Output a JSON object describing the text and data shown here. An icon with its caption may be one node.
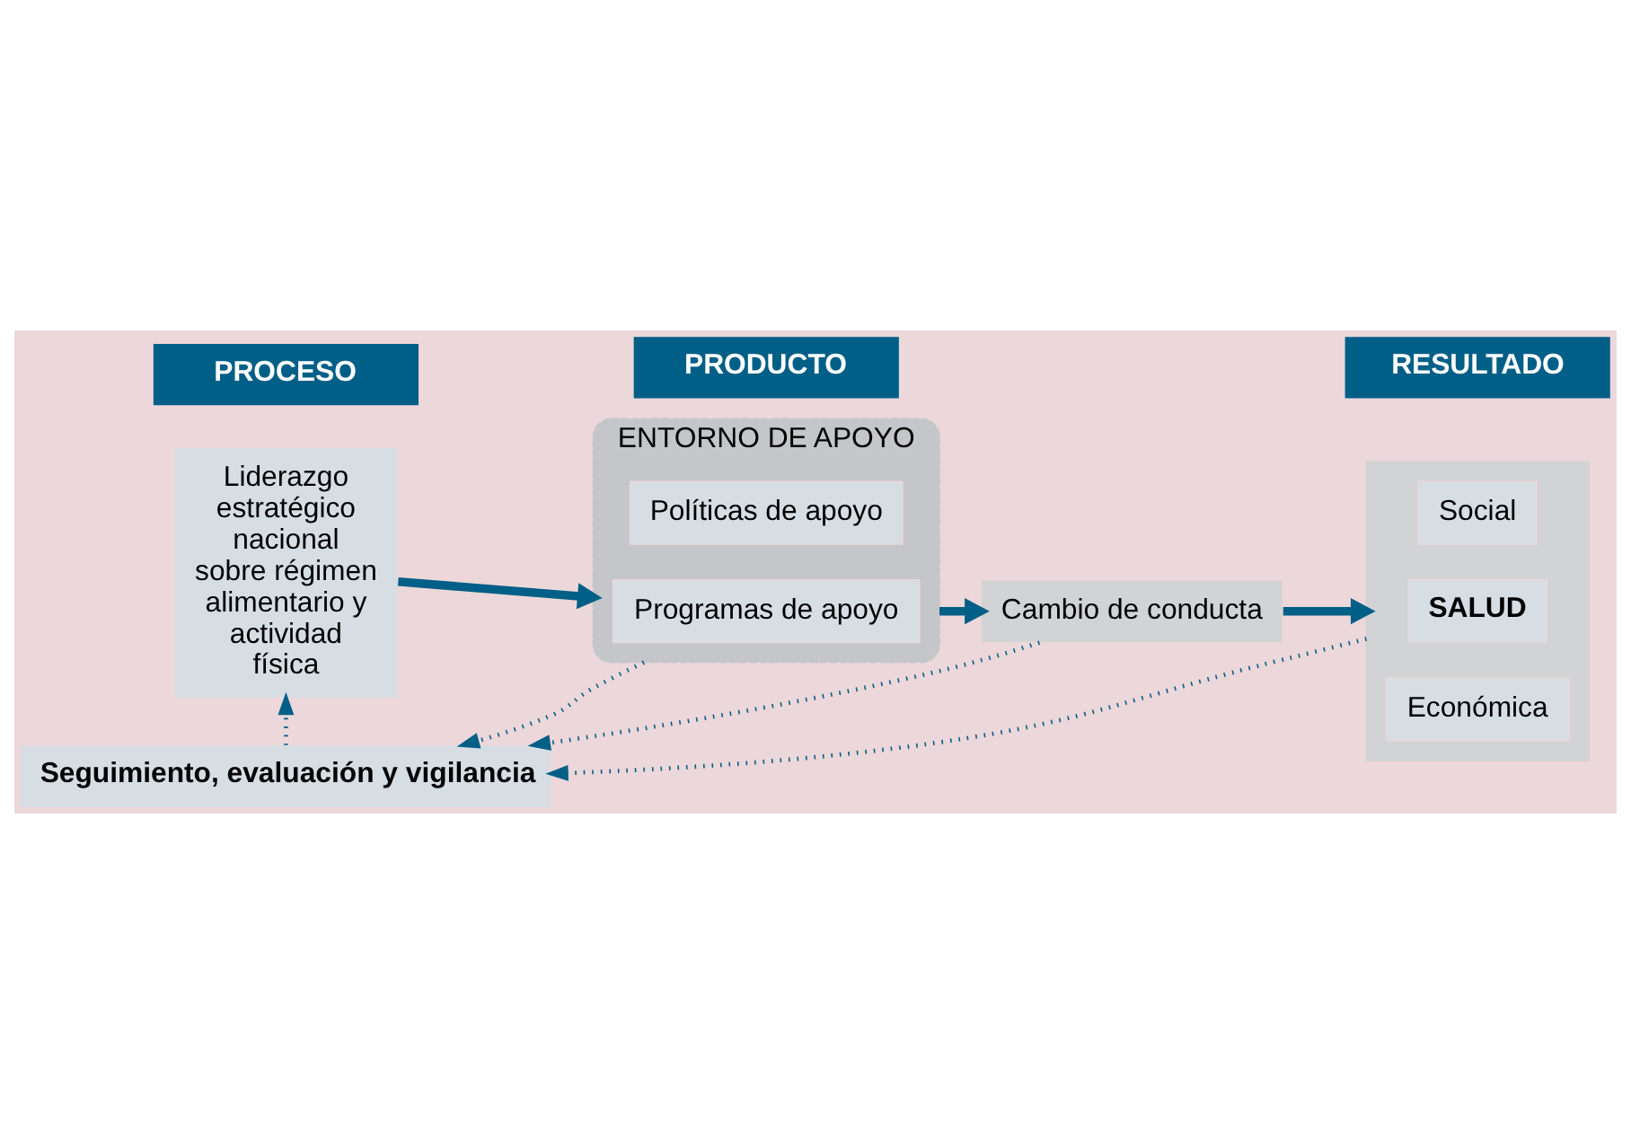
{
  "diagram": {
    "nodes": [
      {
        "text": [
          "PROCESO"
        ]
      },
      {
        "text": [
          "PRODUCTO"
        ]
      },
      {
        "text": [
          "RESULTADO"
        ]
      },
      {
        "text": [
          "Liderazgo estratégico nacional sobre régimen alimentario y actividad física"
        ]
      },
      {
        "text": [
          "ENTORNO DE APOYO"
        ]
      },
      {
        "text": [
          "Políticas de apoyo"
        ],
        "in": 4
      },
      {
        "text": [
          "Programas de apoyo"
        ],
        "in": 4
      },
      {
        "text": [
          "Cambio de conducta"
        ]
      },
      {
        "text": [],
        "shape": "box"
      },
      {
        "text": [
          "Social"
        ],
        "in": 8
      },
      {
        "text": [
          "SALUD"
        ],
        "in": 8
      },
      {
        "text": [
          "Económica"
        ],
        "in": 8
      },
      {
        "text": [
          "Seguimiento, evaluación y vigilancia"
        ]
      }
    ],
    "edges": [
      {
        "from": 3,
        "to": 4,
        "arrow": "to",
        "style": "thick"
      },
      {
        "from": 4,
        "to": 7,
        "arrow": "to",
        "style": "thick"
      },
      {
        "from": 7,
        "to": 8,
        "arrow": "to",
        "style": "thick"
      },
      {
        "from": 4,
        "to": 12,
        "arrow": "to",
        "style": "dashed"
      },
      {
        "from": 7,
        "to": 12,
        "arrow": "to",
        "style": "dashed"
      },
      {
        "from": 8,
        "to": 12,
        "arrow": "to",
        "style": "dashed"
      },
      {
        "from": 12,
        "to": 3,
        "arrow": "to",
        "style": "dashed"
      }
    ]
  }
}
